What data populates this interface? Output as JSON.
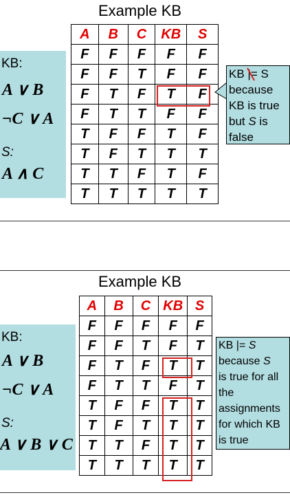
{
  "slide1": {
    "title": "Example KB",
    "kb_label": "KB:",
    "kb_formulas": [
      "A ∨ B",
      "¬C ∨ A"
    ],
    "s_label": "S:",
    "s_formula": "A ∧ C",
    "headers": [
      "A",
      "B",
      "C",
      "KB",
      "S"
    ],
    "rows": [
      [
        "F",
        "F",
        "F",
        "F",
        "F"
      ],
      [
        "F",
        "F",
        "T",
        "F",
        "F"
      ],
      [
        "F",
        "T",
        "F",
        "T",
        "F"
      ],
      [
        "F",
        "T",
        "T",
        "F",
        "F"
      ],
      [
        "T",
        "F",
        "F",
        "T",
        "F"
      ],
      [
        "T",
        "F",
        "T",
        "T",
        "T"
      ],
      [
        "T",
        "T",
        "F",
        "T",
        "F"
      ],
      [
        "T",
        "T",
        "T",
        "T",
        "T"
      ]
    ],
    "callout": {
      "kb": "KB",
      "entails": "|=",
      "s": "S",
      "line2": "because",
      "line3": "KB is true",
      "line4a": "but ",
      "line4b": "S",
      "line4c": " is",
      "line5": "false"
    }
  },
  "slide2": {
    "title": "Example KB",
    "kb_label": "KB:",
    "kb_formulas": [
      "A ∨ B",
      "¬C ∨ A"
    ],
    "s_label": "S:",
    "s_formula": "A ∨ B ∨ C",
    "headers": [
      "A",
      "B",
      "C",
      "KB",
      "S"
    ],
    "rows": [
      [
        "F",
        "F",
        "F",
        "F",
        "F"
      ],
      [
        "F",
        "F",
        "T",
        "F",
        "T"
      ],
      [
        "F",
        "T",
        "F",
        "T",
        "T"
      ],
      [
        "F",
        "T",
        "T",
        "F",
        "T"
      ],
      [
        "T",
        "F",
        "F",
        "T",
        "T"
      ],
      [
        "T",
        "F",
        "T",
        "T",
        "T"
      ],
      [
        "T",
        "T",
        "F",
        "T",
        "T"
      ],
      [
        "T",
        "T",
        "T",
        "T",
        "T"
      ]
    ],
    "callout": {
      "line1a": "KB |= ",
      "line1b": "S",
      "line2a": "because ",
      "line2b": "S",
      "line3": "is true for all",
      "line4": "the",
      "line5": "assignments",
      "line6": "for which KB",
      "line7": "is true"
    }
  }
}
